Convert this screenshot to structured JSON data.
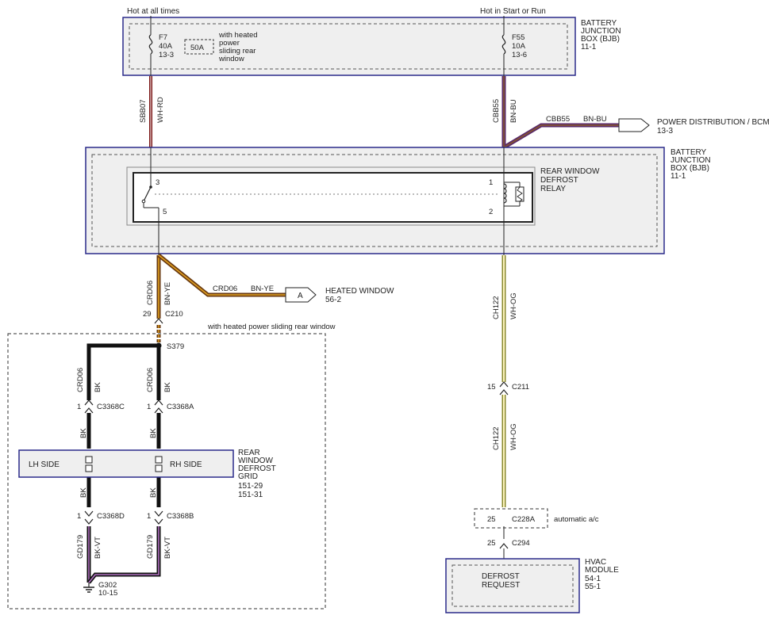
{
  "top": {
    "hot_left": "Hot at all times",
    "hot_right": "Hot in Start or Run"
  },
  "bjb_top": {
    "name": [
      "BATTERY",
      "JUNCTION",
      "BOX (BJB)",
      "11-1"
    ],
    "fuse_f7": [
      "F7",
      "40A",
      "13-3"
    ],
    "fuse_alt": "50A",
    "fuse_alt_note": [
      "with heated",
      "power",
      "sliding rear",
      "window"
    ],
    "fuse_f55": [
      "F55",
      "10A",
      "13-6"
    ]
  },
  "wires": {
    "sbb07": "SBB07",
    "wh_rd": "WH-RD",
    "cbb55": "CBB55",
    "bn_bu": "BN-BU",
    "cbb55_h": "CBB55",
    "bn_bu_h": "BN-BU",
    "crd06_top": "CRD06",
    "bn_ye_top": "BN-YE",
    "crd06_h": "CRD06",
    "bn_ye_h": "BN-YE",
    "ch122_top": "CH122",
    "wh_og_top": "WH-OG",
    "ch122_bot": "CH122",
    "wh_og_bot": "WH-OG",
    "crd06_lh": "CRD06",
    "bk_lh": "BK",
    "crd06_rh": "CRD06",
    "bk_rh": "BK",
    "bk_lh2": "BK",
    "bk_rh2": "BK",
    "bk_lh3": "BK",
    "bk_rh3": "BK",
    "gd179_lh": "GD179",
    "bkvt_lh": "BK-VT",
    "gd179_rh": "GD179",
    "bkvt_rh": "BK-VT"
  },
  "power_dist": {
    "label": "POWER DISTRIBUTION / BCM",
    "ref": "13-3"
  },
  "bjb_mid": {
    "name": [
      "BATTERY",
      "JUNCTION",
      "BOX (BJB)",
      "11-1"
    ],
    "relay": [
      "REAR WINDOW",
      "DEFROST",
      "RELAY"
    ],
    "pin3": "3",
    "pin5": "5",
    "pin1": "1",
    "pin2": "2"
  },
  "heated_window": {
    "connector": "A",
    "label": "HEATED WINDOW",
    "ref": "56-2"
  },
  "connectors": {
    "c210_pin": "29",
    "c210": "C210",
    "option_note": "with heated power sliding rear window",
    "s379": "S379",
    "c3368c_pin": "1",
    "c3368c": "C3368C",
    "c3368a_pin": "1",
    "c3368a": "C3368A",
    "c3368d_pin": "1",
    "c3368d": "C3368D",
    "c3368b_pin": "1",
    "c3368b": "C3368B",
    "c211_pin": "15",
    "c211": "C211",
    "c228a_pin": "25",
    "c228a": "C228A",
    "c228a_note": "automatic a/c",
    "c294_pin": "25",
    "c294": "C294"
  },
  "grid": {
    "lh": "LH SIDE",
    "rh": "RH SIDE",
    "name": [
      "REAR",
      "WINDOW",
      "DEFROST",
      "GRID",
      "151-29",
      "151-31"
    ]
  },
  "ground": {
    "id": "G302",
    "ref": "10-15"
  },
  "hvac": {
    "request": [
      "DEFROST",
      "REQUEST"
    ],
    "name": [
      "HVAC",
      "MODULE",
      "54-1",
      "55-1"
    ]
  }
}
